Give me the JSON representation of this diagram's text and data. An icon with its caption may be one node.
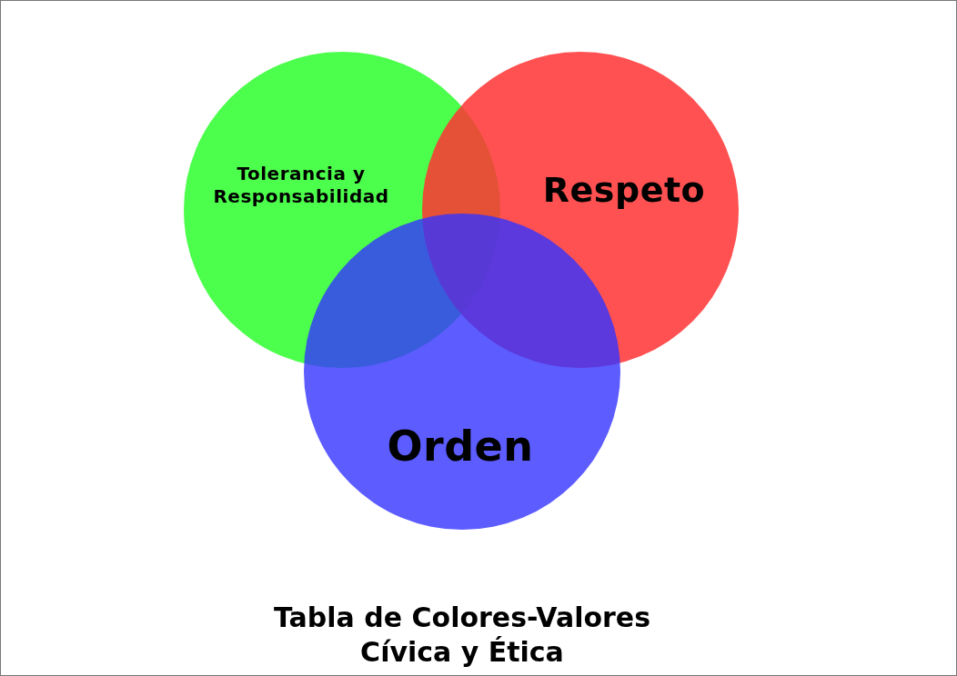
{
  "diagram": {
    "caption": "Tabla de Colores-Valores Cívica y Ética",
    "nodes": [
      {
        "text": [
          "Tolerancia y Responsabilidad"
        ]
      },
      {
        "text": [
          "Respeto"
        ]
      },
      {
        "text": [
          "Orden"
        ]
      }
    ],
    "edges": []
  }
}
